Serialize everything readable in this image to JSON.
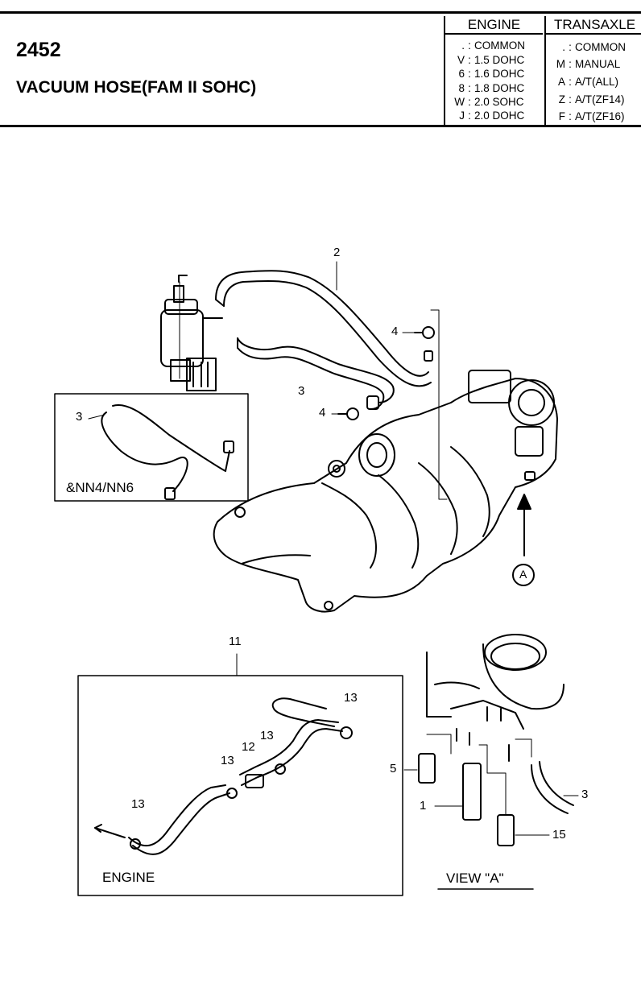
{
  "header": {
    "part_number": "2452",
    "title": "VACUUM HOSE(FAM II SOHC)",
    "engine": {
      "heading": "ENGINE",
      "rows": [
        {
          "code": ".",
          "value": "COMMON"
        },
        {
          "code": "V",
          "value": "1.5 DOHC"
        },
        {
          "code": "6",
          "value": "1.6 DOHC"
        },
        {
          "code": "8",
          "value": "1.8 DOHC"
        },
        {
          "code": "W",
          "value": "2.0 SOHC"
        },
        {
          "code": "J",
          "value": "2.0 DOHC"
        }
      ]
    },
    "transaxle": {
      "heading": "TRANSAXLE",
      "rows": [
        {
          "code": ".",
          "value": "COMMON"
        },
        {
          "code": "M",
          "value": "MANUAL"
        },
        {
          "code": "A",
          "value": "A/T(ALL)"
        },
        {
          "code": "Z",
          "value": "A/T(ZF14)"
        },
        {
          "code": "F",
          "value": "A/T(ZF16)"
        }
      ]
    }
  },
  "callouts": {
    "c2": "2",
    "c4a": "4",
    "c4b": "4",
    "c3a": "3",
    "c3b": "3",
    "c3c": "3",
    "c1": "1",
    "c5": "5",
    "c15": "15",
    "c11": "11",
    "c12": "12",
    "c13a": "13",
    "c13b": "13",
    "c13c": "13",
    "c13d": "13",
    "view_marker": "A"
  },
  "inset_note": "&NN4/NN6",
  "engine_label": "ENGINE",
  "view_label": "VIEW \"A\""
}
